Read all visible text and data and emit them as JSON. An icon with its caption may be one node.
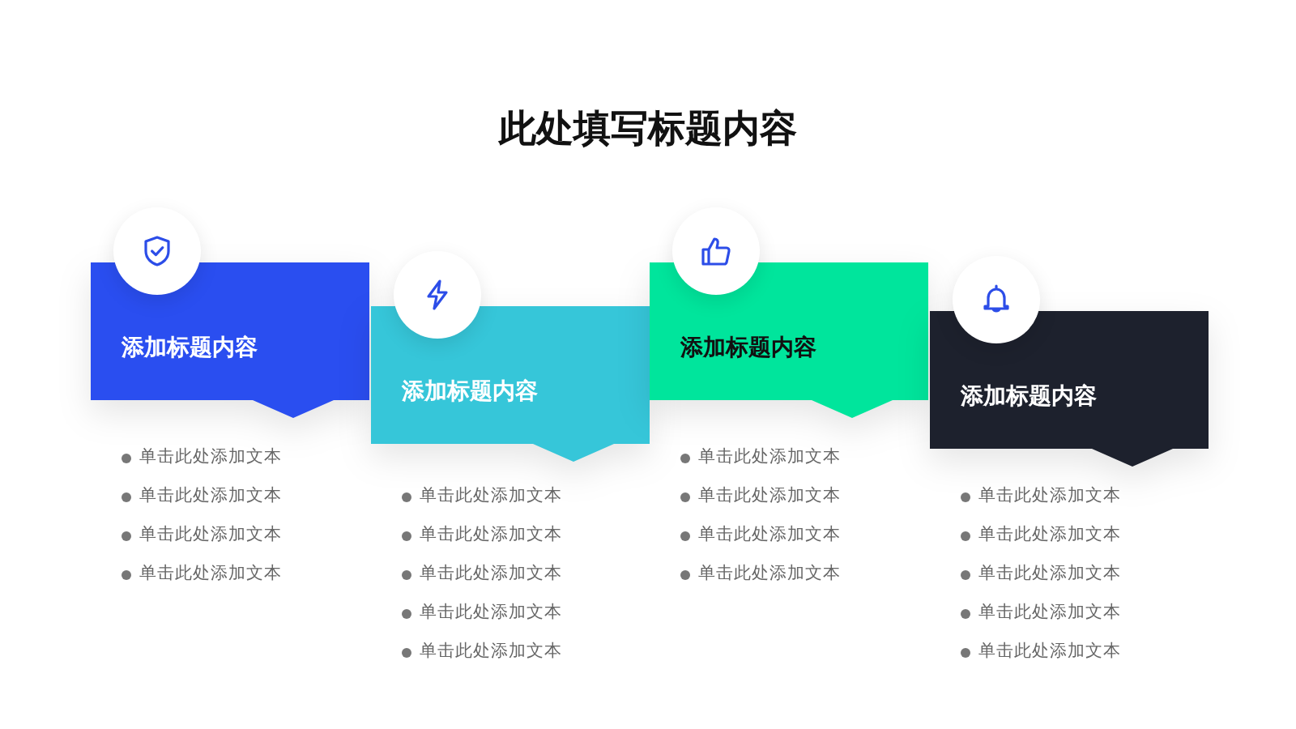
{
  "diagram": {
    "title": "此处填写标题内容",
    "nodes": [
      {
        "text": [
          "添加标题内容"
        ],
        "beside": [
          "单击此处添加文本",
          "单击此处添加文本",
          "单击此处添加文本",
          "单击此处添加文本"
        ]
      },
      {
        "text": [
          "添加标题内容"
        ],
        "beside": [
          "单击此处添加文本",
          "单击此处添加文本",
          "单击此处添加文本",
          "单击此处添加文本",
          "单击此处添加文本"
        ]
      },
      {
        "text": [
          "添加标题内容"
        ],
        "beside": [
          "单击此处添加文本",
          "单击此处添加文本",
          "单击此处添加文本",
          "单击此处添加文本"
        ]
      },
      {
        "text": [
          "添加标题内容"
        ],
        "beside": [
          "单击此处添加文本",
          "单击此处添加文本",
          "单击此处添加文本",
          "单击此处添加文本",
          "单击此处添加文本"
        ]
      }
    ]
  }
}
